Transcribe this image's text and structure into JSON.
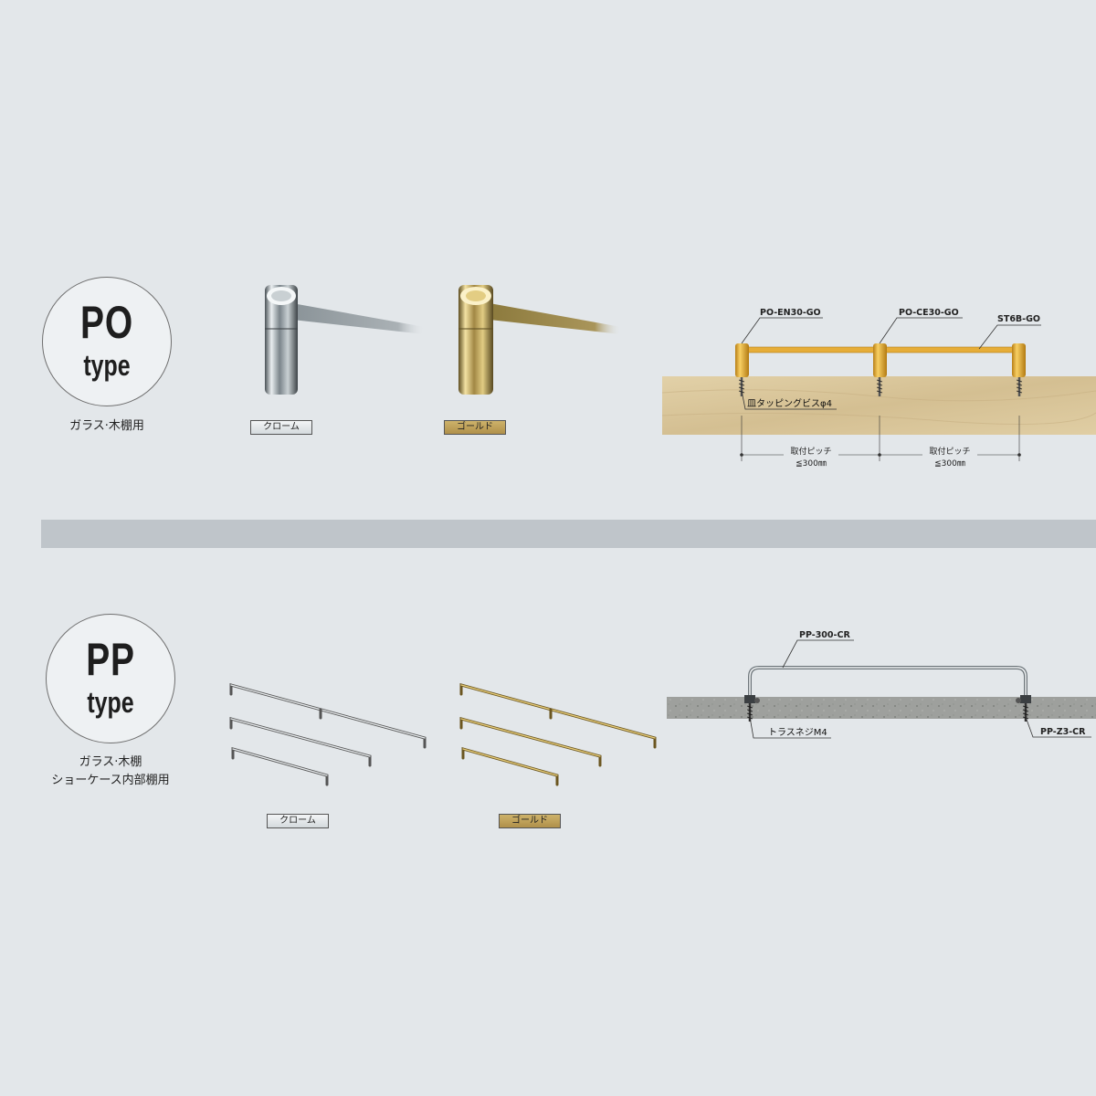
{
  "po": {
    "type_code": "PO",
    "type_word": "type",
    "use": "ガラス·木棚用",
    "finish_chrome": "クローム",
    "finish_gold": "ゴールド",
    "diagram": {
      "end_label": "PO-EN30-GO",
      "center_label": "PO-CE30-GO",
      "bar_label": "ST6B-GO",
      "screw_label": "皿タッピングビスφ4",
      "pitch_label": "取付ピッチ",
      "pitch_value": "≦300㎜"
    }
  },
  "pp": {
    "type_code": "PP",
    "type_word": "type",
    "use_line1": "ガラス·木棚",
    "use_line2": "ショーケース内部棚用",
    "finish_chrome": "クローム",
    "finish_gold": "ゴールド",
    "diagram": {
      "rail_label": "PP-300-CR",
      "screw_label": "トラスネジM4",
      "holder_label": "PP-Z3-CR"
    }
  },
  "colors": {
    "background": "#e3e7ea",
    "divider": "#bfc5ca",
    "gold": "#d9a83c",
    "chrome": "#9aa3a8",
    "wood": "#dcc89e"
  }
}
